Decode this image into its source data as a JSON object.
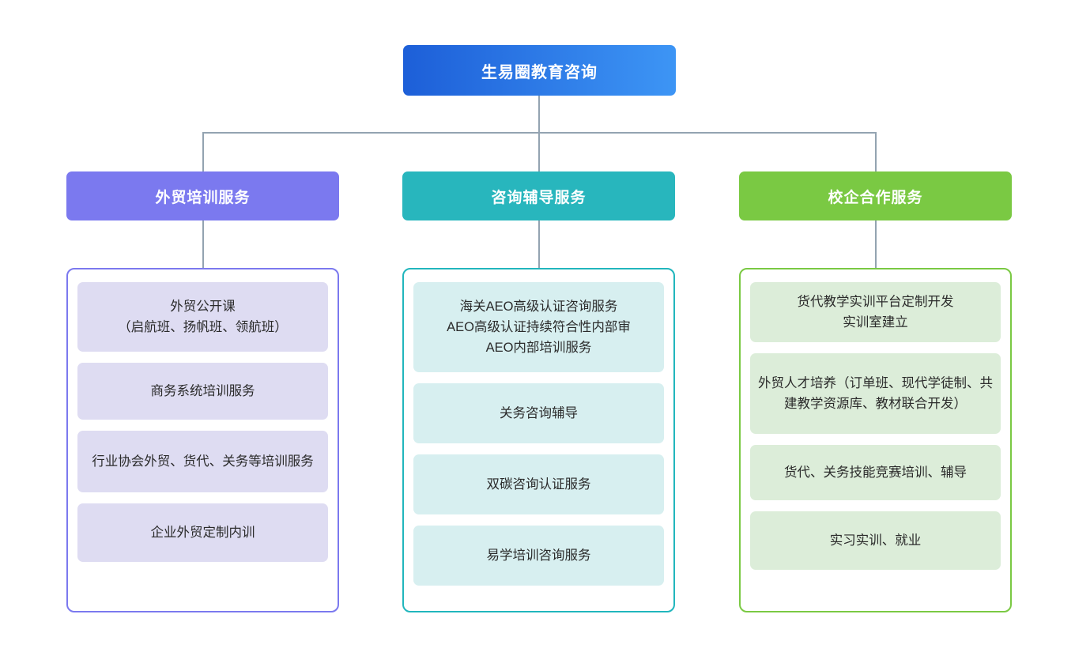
{
  "chart_data": {
    "type": "diagram",
    "title": "生易圈教育咨询",
    "root": {
      "label": "生易圈教育咨询"
    },
    "branches": [
      {
        "label": "外贸培训服务",
        "color": "#7b79ef",
        "item_color": "#dedcf2",
        "items": [
          "外贸公开课\n（启航班、扬帆班、领航班）",
          "商务系统培训服务",
          "行业协会外贸、货代、关务等培训服务",
          "企业外贸定制内训"
        ]
      },
      {
        "label": "咨询辅导服务",
        "color": "#28b6bd",
        "item_color": "#d7eff0",
        "items": [
          "海关AEO高级认证咨询服务\nAEO高级认证持续符合性内部审\nAEO内部培训服务",
          "关务咨询辅导",
          "双碳咨询认证服务",
          "易学培训咨询服务"
        ]
      },
      {
        "label": "校企合作服务",
        "color": "#7ac943",
        "item_color": "#dcedd9",
        "items": [
          "货代教学实训平台定制开发\n实训室建立",
          "外贸人才培养（订单班、现代学徒制、共建教学资源库、教材联合开发）",
          "货代、关务技能竞赛培训、辅导",
          "实习实训、就业"
        ]
      }
    ],
    "connector_color": "#93a3b1",
    "root_gradient": [
      "#1d5fd8",
      "#3d95f5"
    ]
  }
}
